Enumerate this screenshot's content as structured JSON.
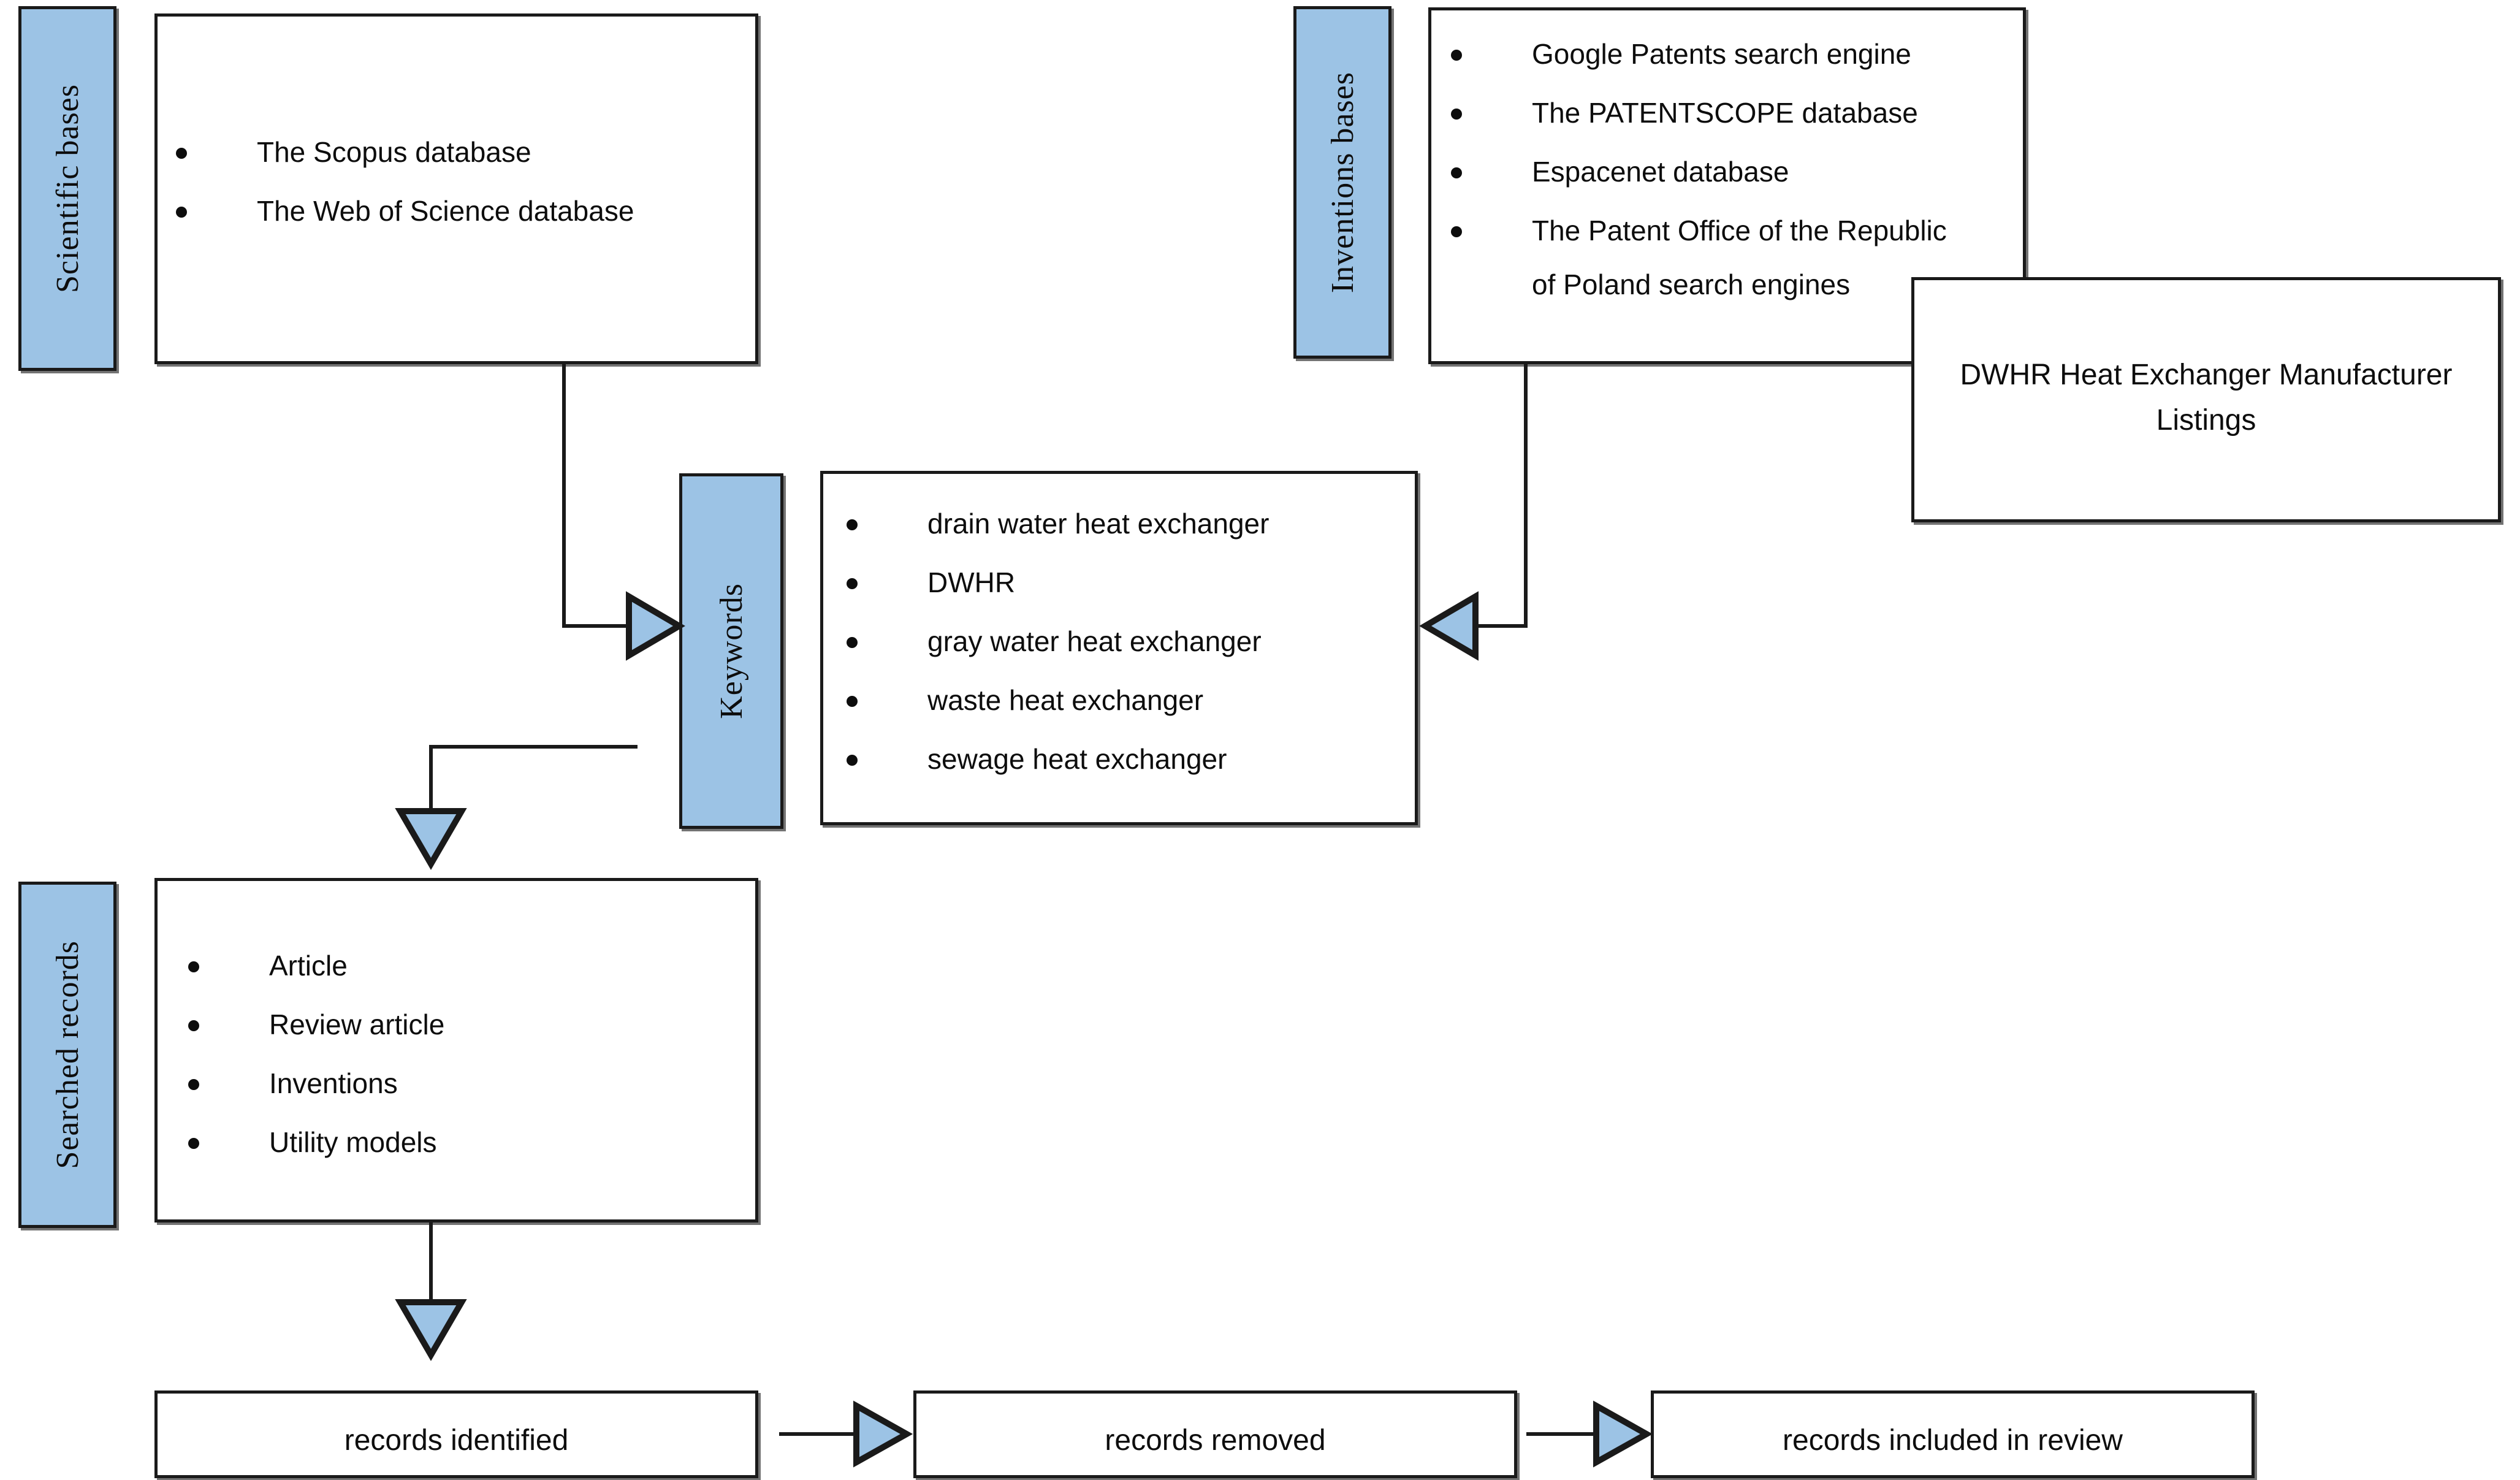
{
  "diagram": {
    "title": "Literature and patent search methodology flow",
    "accent_blue": "#9CC3E5",
    "line_color": "#1a1a1a"
  },
  "lanes": {
    "scientific_bases": {
      "label": "Scientific bases",
      "items": [
        "The Scopus database",
        "The Web of Science database"
      ]
    },
    "inventions_bases": {
      "label": "Inventions bases",
      "items": [
        "Google Patents search engine",
        "The PATENTSCOPE database",
        "Espacenet database",
        "The Patent Office of the Republic",
        "of Poland search engines"
      ]
    },
    "keywords": {
      "label": "Keywords",
      "items": [
        "drain water heat exchanger",
        "DWHR",
        "gray water heat exchanger",
        "waste heat exchanger",
        "sewage heat exchanger"
      ]
    },
    "searched_records": {
      "label": "Searched records",
      "items": [
        "Article",
        "Review article",
        "Inventions",
        "Utility models"
      ]
    }
  },
  "manufacturer_box": {
    "line1": "DWHR Heat Exchanger Manufacturer",
    "line2": "Listings"
  },
  "outcome_row": [
    {
      "label": "records identified"
    },
    {
      "label": "records removed"
    },
    {
      "label": "records included in review"
    }
  ],
  "connectors": [
    {
      "name": "scientific-to-keywords",
      "direction": "right"
    },
    {
      "name": "inventions-to-keywords",
      "direction": "left"
    },
    {
      "name": "keywords-to-searched-records",
      "direction": "down"
    },
    {
      "name": "searched-records-to-identified",
      "direction": "down"
    },
    {
      "name": "identified-to-removed",
      "direction": "right"
    },
    {
      "name": "removed-to-included",
      "direction": "right"
    }
  ]
}
